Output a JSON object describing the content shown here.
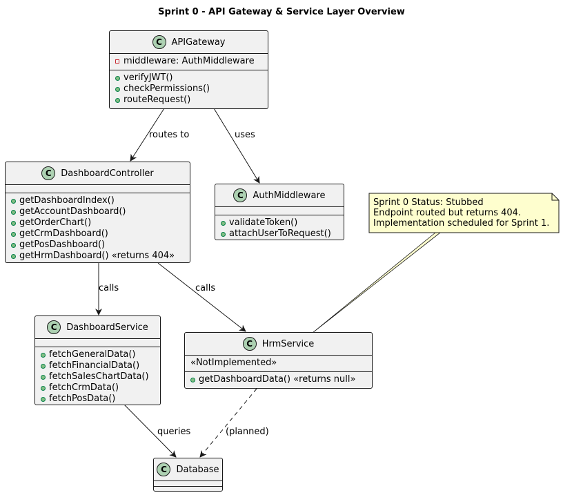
{
  "diagram": {
    "title": "Sprint 0 - API Gateway & Service Layer Overview",
    "class_badge_letter": "C",
    "colors": {
      "class_fill": "#f1f1f1",
      "badge_fill": "#add1b2",
      "note_fill": "#fefece",
      "public_marker": "#84be84",
      "private_marker": "#c82930"
    },
    "classes": {
      "api_gateway": {
        "name": "APIGateway",
        "fields": [
          "middleware: AuthMiddleware"
        ],
        "methods": [
          "verifyJWT()",
          "checkPermissions()",
          "routeRequest()"
        ]
      },
      "dashboard_controller": {
        "name": "DashboardController",
        "methods": [
          "getDashboardIndex()",
          "getAccountDashboard()",
          "getOrderChart()",
          "getCrmDashboard()",
          "getPosDashboard()",
          "getHrmDashboard() «returns 404»"
        ]
      },
      "auth_middleware": {
        "name": "AuthMiddleware",
        "methods": [
          "validateToken()",
          "attachUserToRequest()"
        ]
      },
      "dashboard_service": {
        "name": "DashboardService",
        "methods": [
          "fetchGeneralData()",
          "fetchFinancialData()",
          "fetchSalesChartData()",
          "fetchCrmData()",
          "fetchPosData()"
        ]
      },
      "hrm_service": {
        "name": "HrmService",
        "stereotype": "«NotImplemented»",
        "methods": [
          "getDashboardData() «returns null»"
        ]
      },
      "database": {
        "name": "Database"
      }
    },
    "relations": {
      "routes_to": "routes to",
      "uses": "uses",
      "calls_service": "calls",
      "calls_hrm": "calls",
      "queries": "queries",
      "planned": "(planned)"
    },
    "note": {
      "lines": [
        "Sprint 0 Status: Stubbed",
        "Endpoint routed but returns 404.",
        "Implementation scheduled for Sprint 1."
      ]
    }
  }
}
